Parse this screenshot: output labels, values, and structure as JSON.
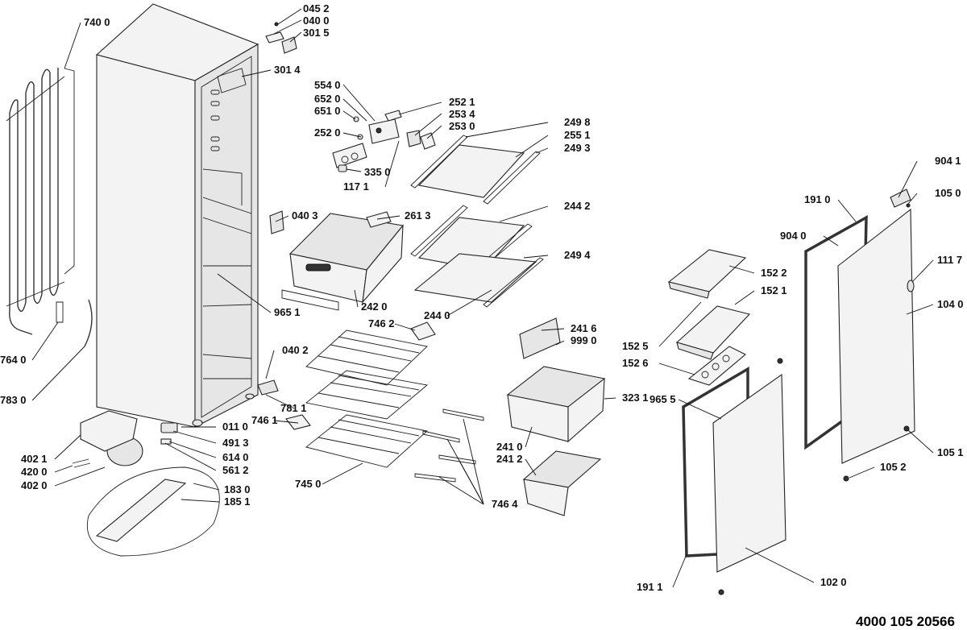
{
  "diagram": {
    "doc_number": "4000 105 20566",
    "parts": [
      {
        "id": "p7400",
        "label": "740 0"
      },
      {
        "id": "p0452",
        "label": "045 2"
      },
      {
        "id": "p0400",
        "label": "040 0"
      },
      {
        "id": "p3015",
        "label": "301 5"
      },
      {
        "id": "p3014",
        "label": "301 4"
      },
      {
        "id": "p5540",
        "label": "554 0"
      },
      {
        "id": "p6520",
        "label": "652 0"
      },
      {
        "id": "p6510",
        "label": "651 0"
      },
      {
        "id": "p2520",
        "label": "252 0"
      },
      {
        "id": "p3350",
        "label": "335 0"
      },
      {
        "id": "p1171",
        "label": "117 1"
      },
      {
        "id": "p2521",
        "label": "252 1"
      },
      {
        "id": "p2534",
        "label": "253 4"
      },
      {
        "id": "p2530",
        "label": "253 0"
      },
      {
        "id": "p2498",
        "label": "249 8"
      },
      {
        "id": "p2551",
        "label": "255 1"
      },
      {
        "id": "p2493",
        "label": "249 3"
      },
      {
        "id": "p0403",
        "label": "040 3"
      },
      {
        "id": "p2613",
        "label": "261 3"
      },
      {
        "id": "p2442",
        "label": "244 2"
      },
      {
        "id": "p2494",
        "label": "249 4"
      },
      {
        "id": "p9651",
        "label": "965 1"
      },
      {
        "id": "p2420",
        "label": "242 0"
      },
      {
        "id": "p2440",
        "label": "244 0"
      },
      {
        "id": "p7462",
        "label": "746 2"
      },
      {
        "id": "p2416",
        "label": "241 6"
      },
      {
        "id": "p9990",
        "label": "999 0"
      },
      {
        "id": "p7640",
        "label": "764 0"
      },
      {
        "id": "p0402",
        "label": "040 2"
      },
      {
        "id": "p7830",
        "label": "783 0"
      },
      {
        "id": "p7811",
        "label": "781 1"
      },
      {
        "id": "p7461",
        "label": "746 1"
      },
      {
        "id": "p0110",
        "label": "011 0"
      },
      {
        "id": "p4913",
        "label": "491 3"
      },
      {
        "id": "p6140",
        "label": "614 0"
      },
      {
        "id": "p5612",
        "label": "561 2"
      },
      {
        "id": "p4021",
        "label": "402 1"
      },
      {
        "id": "p4200",
        "label": "420 0"
      },
      {
        "id": "p4020",
        "label": "402 0"
      },
      {
        "id": "p1830",
        "label": "183 0"
      },
      {
        "id": "p1851",
        "label": "185 1"
      },
      {
        "id": "p7450",
        "label": "745 0"
      },
      {
        "id": "p3231",
        "label": "323 1"
      },
      {
        "id": "p2410",
        "label": "241 0"
      },
      {
        "id": "p2412",
        "label": "241 2"
      },
      {
        "id": "p7464",
        "label": "746 4"
      },
      {
        "id": "p1522",
        "label": "152 2"
      },
      {
        "id": "p1521",
        "label": "152 1"
      },
      {
        "id": "p1525",
        "label": "152 5"
      },
      {
        "id": "p1526",
        "label": "152 6"
      },
      {
        "id": "p9655",
        "label": "965 5"
      },
      {
        "id": "p9041",
        "label": "904 1"
      },
      {
        "id": "p1050",
        "label": "105 0"
      },
      {
        "id": "p1910",
        "label": "191 0"
      },
      {
        "id": "p9040",
        "label": "904 0"
      },
      {
        "id": "p1117",
        "label": "111 7"
      },
      {
        "id": "p1040",
        "label": "104 0"
      },
      {
        "id": "p1051",
        "label": "105 1"
      },
      {
        "id": "p1052",
        "label": "105 2"
      },
      {
        "id": "p1911",
        "label": "191 1"
      },
      {
        "id": "p1020",
        "label": "102 0"
      }
    ]
  }
}
